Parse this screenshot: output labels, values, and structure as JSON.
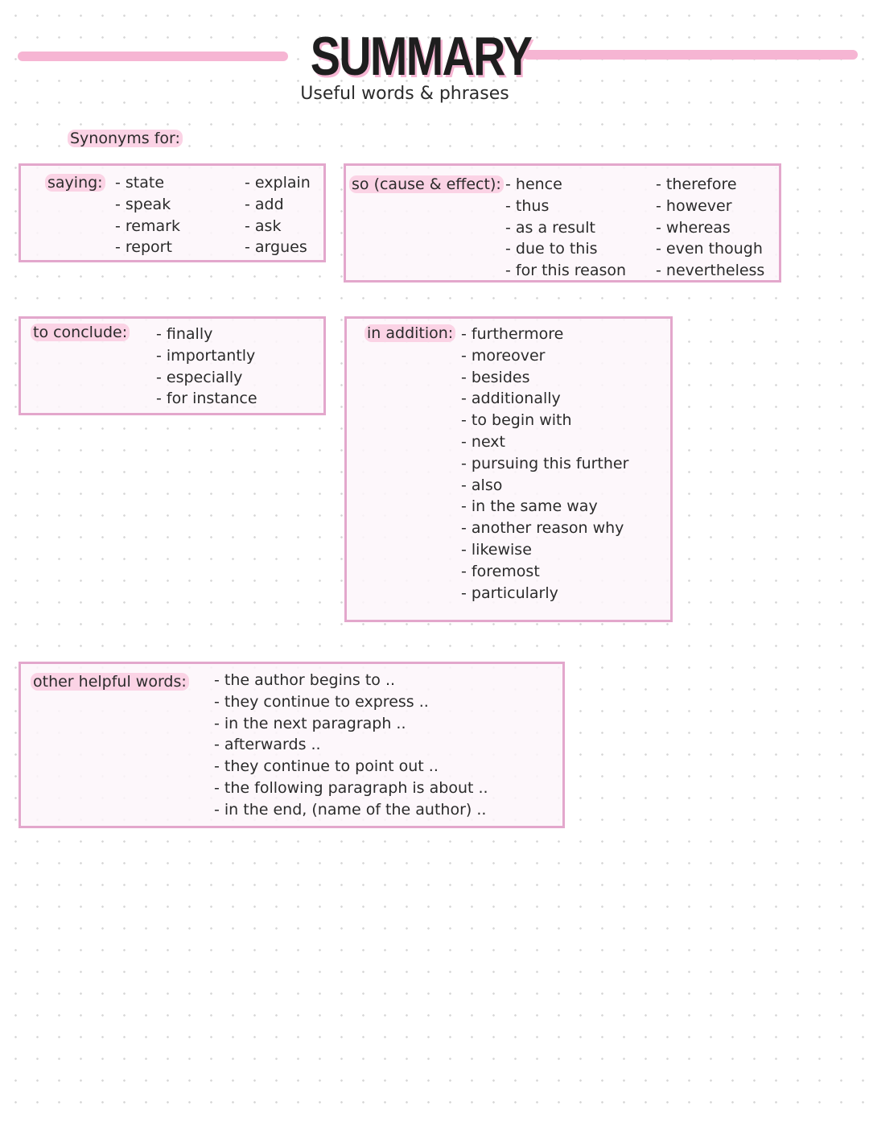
{
  "header": {
    "title": "SUMMARY",
    "subtitle": "Useful words & phrases"
  },
  "section_label": "Synonyms for:",
  "saying": {
    "label": "saying:",
    "col1": [
      "state",
      "speak",
      "remark",
      "report"
    ],
    "col2": [
      "explain",
      "add",
      "ask",
      "argues"
    ]
  },
  "cause_effect": {
    "label": "so (cause & effect):",
    "col1": [
      "hence",
      "thus",
      "as a result",
      "due to this",
      "for this reason"
    ],
    "col2": [
      "therefore",
      "however",
      "whereas",
      "even though",
      "nevertheless"
    ]
  },
  "conclude": {
    "label": "to conclude:",
    "items": [
      "finally",
      "importantly",
      "especially",
      "for instance"
    ]
  },
  "addition": {
    "label": "in addition:",
    "items": [
      "furthermore",
      "moreover",
      "besides",
      "additionally",
      "to begin with",
      "next",
      "pursuing this further",
      "also",
      "in the same way",
      "another reason why",
      "likewise",
      "foremost",
      "particularly"
    ]
  },
  "helpful": {
    "label": "other helpful words:",
    "items": [
      "the author begins to ..",
      "they continue to express ..",
      "in the next paragraph ..",
      "afterwards ..",
      "they continue to point out ..",
      "the following paragraph is about ..",
      "in the end, (name of the author) .."
    ]
  },
  "colors": {
    "accent_pink": "#f6b5d3",
    "box_border": "#e3a7cc",
    "highlight": "#fbd3e5"
  }
}
